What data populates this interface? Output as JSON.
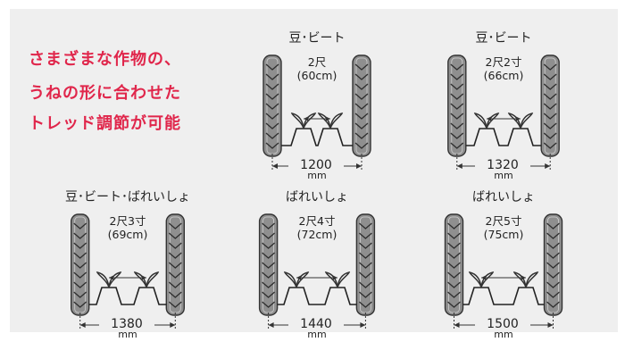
{
  "headline": {
    "lines": [
      "さまざまな作物の、",
      "うねの形に合わせた",
      "トレッド調節が可能"
    ],
    "color": "#e0264b"
  },
  "diagrams": [
    {
      "crop": "豆･ビート",
      "row_line1": "2尺",
      "row_line2": "(60cm)",
      "track": "1200",
      "unit": "mm"
    },
    {
      "crop": "豆･ビート",
      "row_line1": "2尺2寸",
      "row_line2": "(66cm)",
      "track": "1320",
      "unit": "mm"
    },
    {
      "crop": "豆･ビート･ばれいしょ",
      "row_line1": "2尺3寸",
      "row_line2": "(69cm)",
      "track": "1380",
      "unit": "mm"
    },
    {
      "crop": "ばれいしょ",
      "row_line1": "2尺4寸",
      "row_line2": "(72cm)",
      "track": "1440",
      "unit": "mm"
    },
    {
      "crop": "ばれいしょ",
      "row_line1": "2尺5寸",
      "row_line2": "(75cm)",
      "track": "1500",
      "unit": "mm"
    }
  ]
}
